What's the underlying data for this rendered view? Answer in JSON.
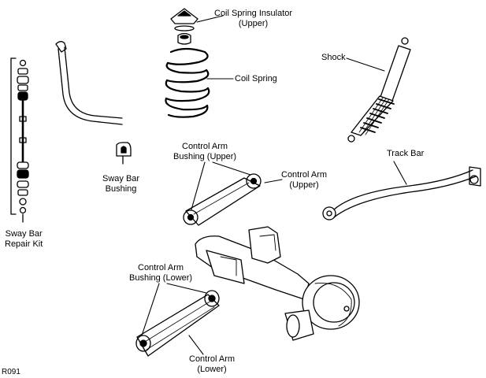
{
  "diagram": {
    "labels": {
      "coil_spring_insulator": [
        "Coil Spring Insulator",
        "(Upper)"
      ],
      "coil_spring": [
        "Coil Spring"
      ],
      "shock": [
        "Shock"
      ],
      "sway_bar_bushing": [
        "Sway Bar",
        "Bushing"
      ],
      "sway_bar_repair_kit": [
        "Sway Bar",
        "Repair Kit"
      ],
      "control_arm_bushing_upper": [
        "Control Arm",
        "Bushing (Upper)"
      ],
      "control_arm_upper": [
        "Control Arm",
        "(Upper)"
      ],
      "track_bar": [
        "Track Bar"
      ],
      "control_arm_bushing_lower": [
        "Control Arm",
        "Bushing (Lower)"
      ],
      "control_arm_lower": [
        "Control Arm",
        "(Lower)"
      ]
    },
    "figure_code": "R091"
  }
}
